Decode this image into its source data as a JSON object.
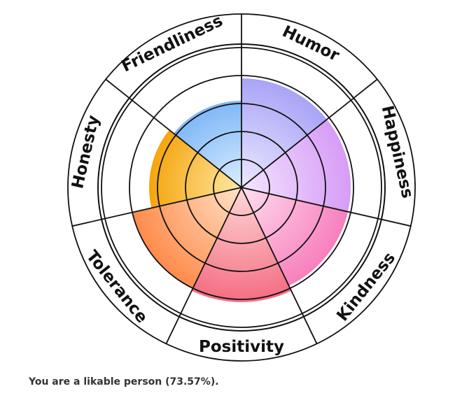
{
  "chart_data": {
    "type": "polar-area",
    "scale_max": 5,
    "rings": 5,
    "categories": [
      "Humor",
      "Happiness",
      "Kindness",
      "Positivity",
      "Tolerance",
      "Honesty",
      "Friendliness"
    ],
    "values": [
      3.9,
      3.9,
      3.9,
      4.1,
      4.0,
      3.3,
      3.1
    ],
    "colors": [
      [
        "#ece9ff",
        "#a9a4f6"
      ],
      [
        "#f3e5ff",
        "#d79cf6"
      ],
      [
        "#ffe0ef",
        "#f77fbd"
      ],
      [
        "#ffd8d8",
        "#f46e82"
      ],
      [
        "#ffe3c9",
        "#ff8b4b"
      ],
      [
        "#ffe9a6",
        "#f5a50e"
      ],
      [
        "#dbeeff",
        "#7fb7f7"
      ]
    ]
  },
  "result": {
    "text": "You are a likable person (73.57%)."
  }
}
